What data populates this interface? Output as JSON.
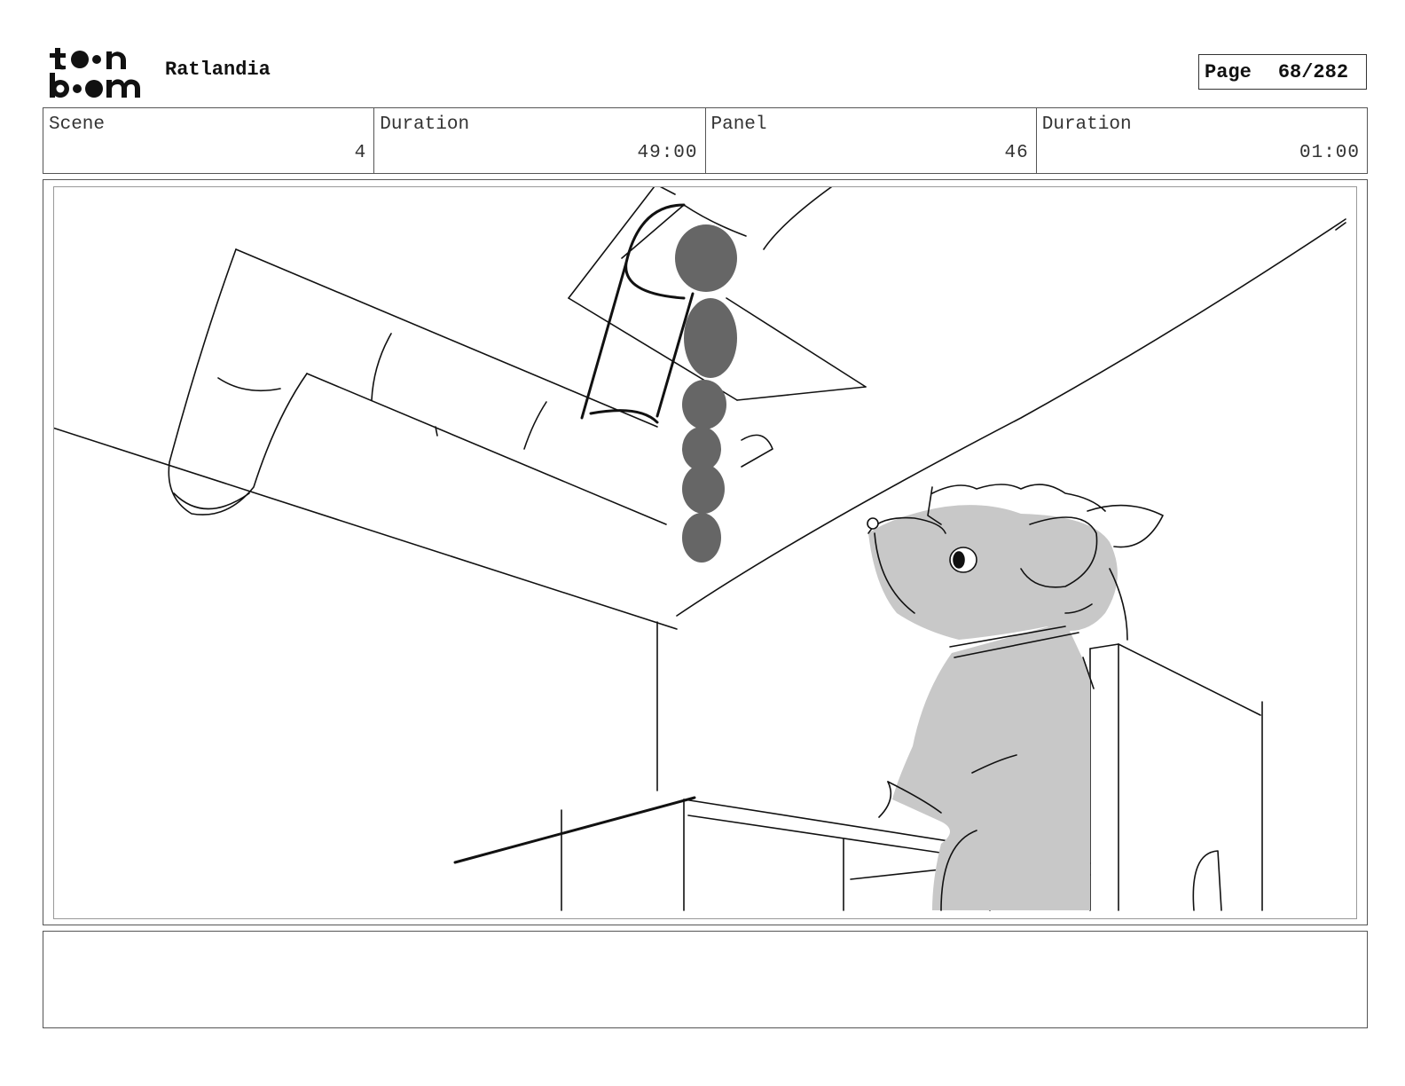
{
  "header": {
    "logo_alt": "toon boom",
    "project_title": "Ratlandia",
    "page_label": "Page",
    "page_number": "68/282"
  },
  "info": [
    {
      "label": "Scene",
      "value": "4"
    },
    {
      "label": "Duration",
      "value": "49:00"
    },
    {
      "label": "Panel",
      "value": "46"
    },
    {
      "label": "Duration",
      "value": "01:00"
    }
  ],
  "notes": {
    "text": ""
  },
  "colors": {
    "ink": "#111111",
    "rat_fill": "#c8c8c8",
    "drip_fill": "#666666",
    "frame_border": "#555555"
  }
}
